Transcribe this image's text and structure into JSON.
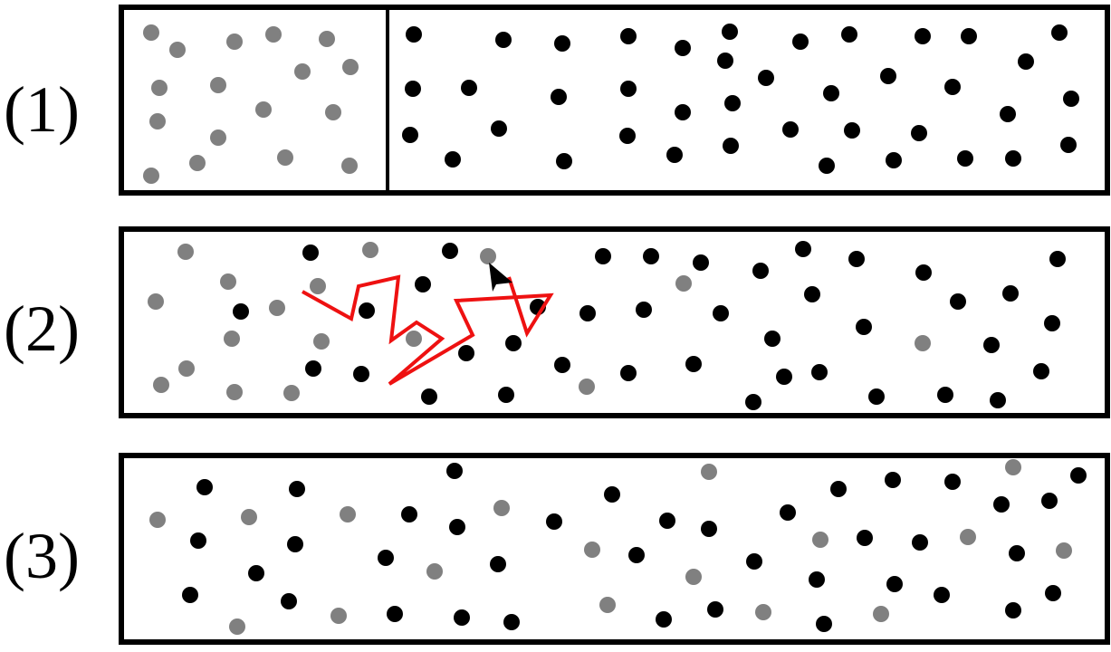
{
  "panels": [
    {
      "label": "(1)"
    },
    {
      "label": "(2)"
    },
    {
      "label": "(3)"
    }
  ],
  "colors": {
    "frame": "#000000",
    "gray_particle": "#808080",
    "black_particle": "#000000",
    "path": "#ee1111",
    "arrow": "#000000"
  }
}
